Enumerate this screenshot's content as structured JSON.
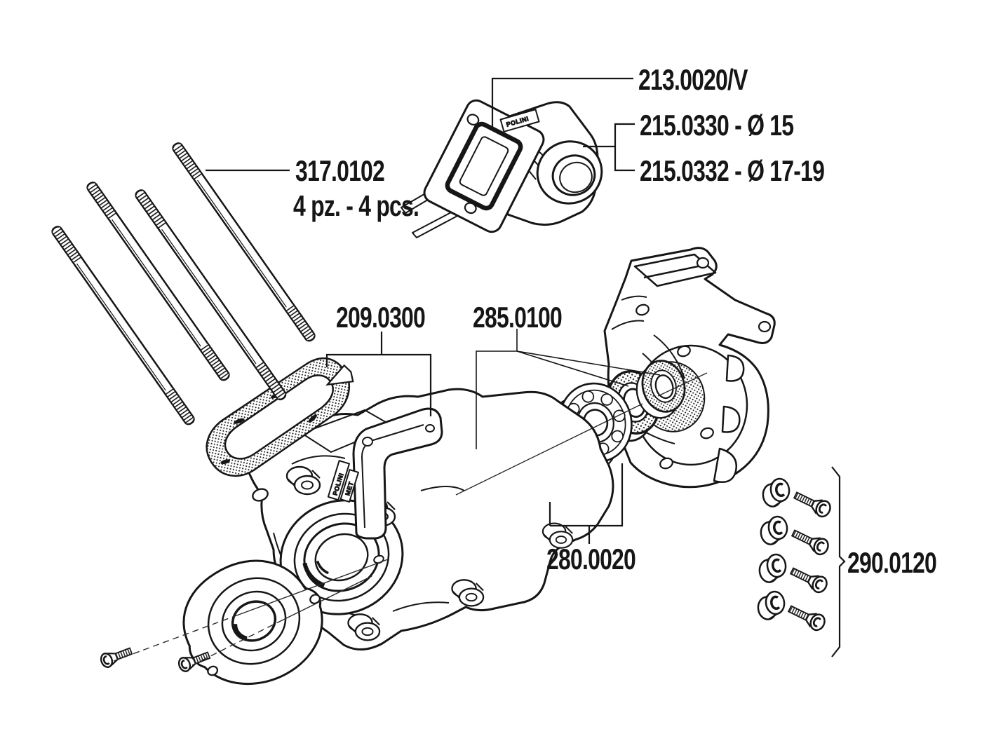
{
  "page": {
    "background_color": "#ffffff",
    "ink_color": "#161616",
    "stipple_color": "#161616"
  },
  "diagram": {
    "type": "exploded-parts-diagram",
    "callouts": {
      "manifold_kit": {
        "text": "213.0020/V"
      },
      "manifold_d15": {
        "text": "215.0330 - Ø 15"
      },
      "manifold_d17_19": {
        "text": "215.0332 - Ø 17-19"
      },
      "studs": {
        "text": "317.0102",
        "qty_note": "4 pz. - 4 pcs."
      },
      "gaskets": {
        "text": "209.0300"
      },
      "oil_seals": {
        "text": "285.0100"
      },
      "bearings": {
        "text": "280.0020"
      },
      "nuts_bolts": {
        "text": "290.0120"
      }
    },
    "brand_markings": {
      "manifold_tab": "POLINI",
      "case_plate_top": "POLINI",
      "case_plate_bottom": "MET"
    }
  }
}
